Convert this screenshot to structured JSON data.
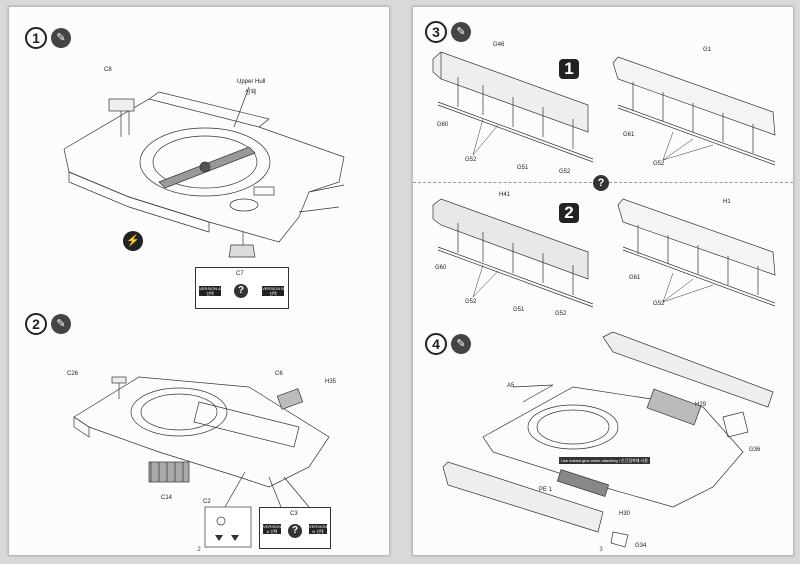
{
  "left_page": {
    "number": "2",
    "step1": {
      "number": "1",
      "labels": {
        "c8": "C8",
        "upper_hull": "Upper Hull",
        "upper_hull_kr": "상체"
      },
      "option_box": {
        "part": "C7",
        "question": "?",
        "tag_left": "VERSION A 선택",
        "tag_right": "VERSION B 선택"
      }
    },
    "step2": {
      "number": "2",
      "labels": {
        "c26": "C26",
        "c6": "C6",
        "h35": "H35",
        "c14": "C14"
      },
      "c2_box": {
        "part": "C2"
      },
      "c3_box": {
        "part": "C3",
        "question": "?",
        "tag_left": "VERSION A 선택",
        "tag_right": "VERSION B 선택"
      }
    }
  },
  "right_page": {
    "number": "3",
    "step3": {
      "number": "3",
      "version_1": {
        "badge": "1",
        "labels": {
          "g46": "G46",
          "g1": "G1",
          "g60": "G60",
          "g52a": "G52",
          "g51": "G51",
          "g52b": "G52",
          "g61": "G61",
          "g52c": "G52"
        }
      },
      "center_question": "?",
      "version_2": {
        "badge": "2",
        "labels": {
          "h41": "H41",
          "h1": "H1",
          "g60": "G60",
          "g52a": "G52",
          "g51": "G51",
          "g52b": "G52",
          "g61": "G61",
          "g52c": "G52"
        }
      }
    },
    "step4": {
      "number": "4",
      "labels": {
        "a5": "A5",
        "h29": "H29",
        "g36": "G36",
        "pe1": "PE 1",
        "h30": "H30",
        "g34": "G34"
      },
      "note": "Use instant glue when attaching / 순간접착제 사용"
    }
  },
  "colors": {
    "line": "#333333",
    "paper": "#fcfcfc",
    "dark": "#222222"
  },
  "icons": {
    "glue": "glue-icon",
    "cement": "cement-icon"
  }
}
